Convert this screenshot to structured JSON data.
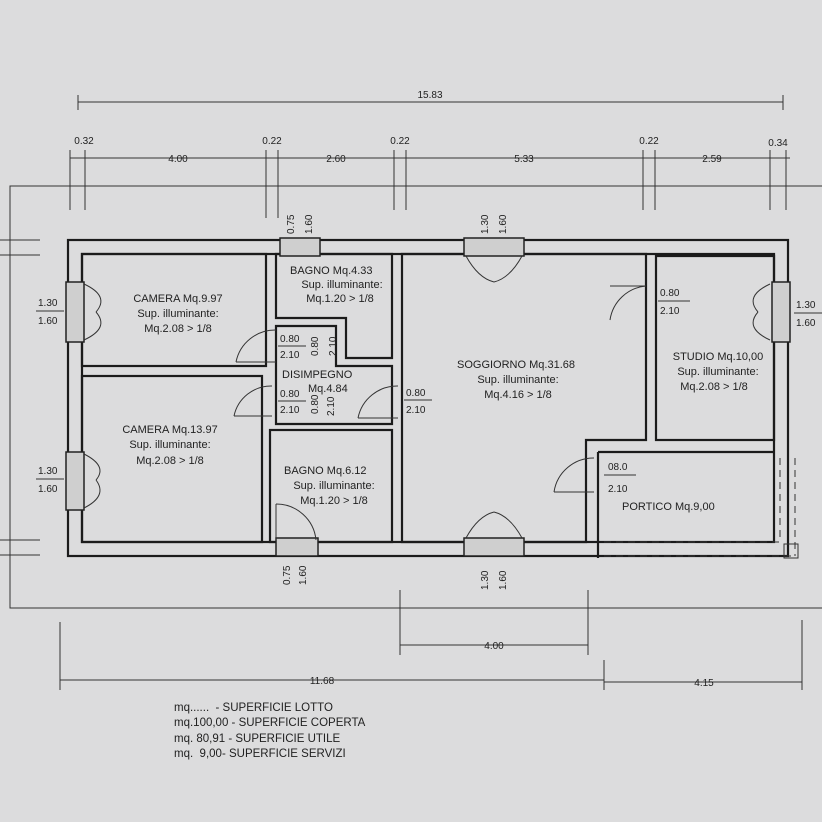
{
  "dimensions": {
    "top_total": "15.83",
    "top_segments": [
      "0.32",
      "4.00",
      "0.22",
      "2.60",
      "0.22",
      "5.33",
      "0.22",
      "2.59",
      "0.34"
    ],
    "bottom_mid": "4.00",
    "bottom_left": "11.68",
    "bottom_right": "4.15"
  },
  "rooms": {
    "camera1": {
      "name": "CAMERA Mq.9.97",
      "line2": "Sup. illuminante:",
      "line3": "Mq.2.08 > 1/8"
    },
    "camera2": {
      "name": "CAMERA Mq.13.97",
      "line2": "Sup. illuminante:",
      "line3": "Mq.2.08 > 1/8"
    },
    "bagno1": {
      "name": "BAGNO Mq.4.33",
      "line2": "Sup. illuminante:",
      "line3": "Mq.1.20 > 1/8"
    },
    "disimpegno": {
      "name": "DISIMPEGNO",
      "line2": "Mq.4.84"
    },
    "bagno2": {
      "name": "BAGNO Mq.6.12",
      "line2": "Sup. illuminante:",
      "line3": "Mq.1.20 > 1/8"
    },
    "soggiorno": {
      "name": "SOGGIORNO Mq.31.68",
      "line2": "Sup. illuminante:",
      "line3": "Mq.4.16 > 1/8"
    },
    "studio": {
      "name": "STUDIO Mq.10,00",
      "line2": "Sup. illuminante:",
      "line3": "Mq.2.08 > 1/8"
    },
    "portico": {
      "name": "PORTICO Mq.9,00"
    }
  },
  "openings": {
    "w_1_30": "1.30",
    "w_1_60": "1.60",
    "w_0_75": "0.75",
    "d_0_80": "0.80",
    "d_2_10": "2.10",
    "d_08_0": "08.0",
    "d_2_10b": "2.10"
  },
  "legend": [
    "mq......  - SUPERFICIE LOTTO",
    "mq.100,00 - SUPERFICIE COPERTA",
    "mq. 80,91 - SUPERFICIE UTILE",
    "mq.  9,00- SUPERFICIE SERVIZI"
  ]
}
